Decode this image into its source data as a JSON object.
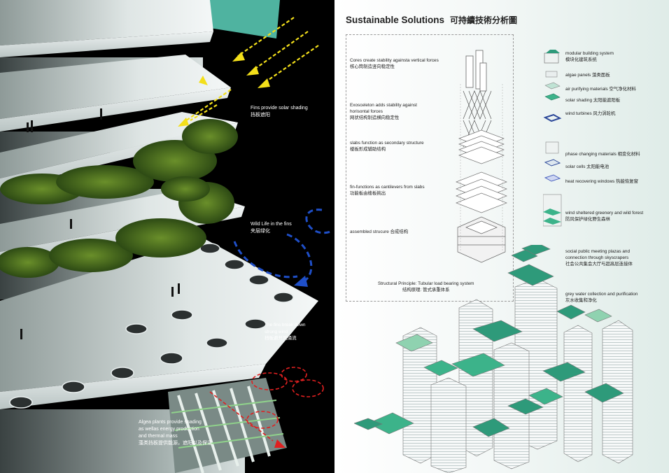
{
  "left_panel": {
    "labels": {
      "fins": [
        "Fins provide solar shading",
        "挡板遮阳"
      ],
      "wildlife": [
        "Wild Life in the fins",
        "夹层绿化"
      ],
      "wind": [
        "The fins break down",
        "strong wind",
        "挡板避开风涌流"
      ],
      "algae": [
        "Algea plants provide shading",
        "as wellas energy production",
        "and thermal mass",
        "藻类挡板提供能源，遮阳以及保温"
      ]
    }
  },
  "right_panel": {
    "title_en": "Sustainable Solutions",
    "title_cn": "可持續技術分析圖",
    "structure_labels": [
      [
        "Cores create stability againsta vertical forces",
        "核心筒制造竖向稳定性"
      ],
      [
        "Exosceleton adds stability against",
        "horisontal forces",
        "网状结构制造横向稳定性"
      ],
      [
        "slabs function as secondary structure",
        "楼板形成辅助结构"
      ],
      [
        "fin-functions as cantilevers from slabs",
        "功能板由楼板挑出"
      ],
      [
        "assembled strucure 合成结构"
      ]
    ],
    "principle": [
      "Structural Principle: Tubular load bearing system",
      "结构原理: 管式承重体系"
    ],
    "legend": [
      [
        "modular building system",
        "模块化建筑系统"
      ],
      [
        "algae panels 藻类面板"
      ],
      [
        "air purifying materials 空气净化材料"
      ],
      [
        "solar shading 太阳能遮阳板"
      ],
      [
        "wind turbines 风力涡轮机"
      ],
      [
        "phase changing materials 相变化材料"
      ],
      [
        "solar cells 太阳能电池"
      ],
      [
        "heat recovering windows 热能恢复窗"
      ],
      [
        "wind sheltered greenery and wild forest",
        "防风保护绿化野生森林"
      ],
      [
        "social public meeting plazas and",
        "connection through skyscrapers",
        "社会公共集会大厅与超高层连接体"
      ],
      [
        "grey water collection and purification",
        "灰水收集和净化"
      ]
    ]
  },
  "colors": {
    "background_left": "#000000",
    "accent_green": "#2e9a7a",
    "arrow_yellow": "#f3df1a",
    "arrow_blue": "#1f4fc8",
    "arrow_red": "#e02020"
  }
}
